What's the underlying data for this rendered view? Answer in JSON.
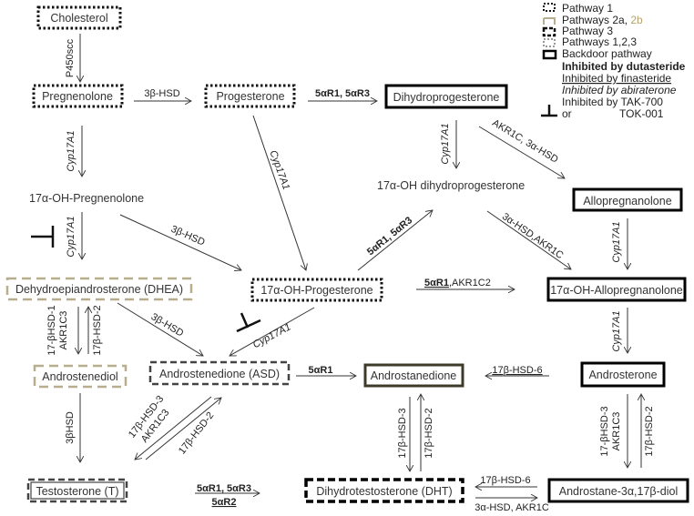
{
  "colors": {
    "pathway1": "#111111",
    "pathway2": "#b7ae8e",
    "pathway2b_text": "#b7a46a",
    "pathway3": "#444444",
    "pathway123": "#999999",
    "backdoor": "#000000",
    "androstanedione_border": "#3d3a2a",
    "text": "#333333"
  },
  "legend": {
    "items": [
      {
        "label": "Pathway 1",
        "style": "dotted"
      },
      {
        "label": "Pathways 2a, ",
        "label_b": "2b",
        "style": "pathway2"
      },
      {
        "label": "Pathway 3",
        "style": "pathway3"
      },
      {
        "label": "Pathways 1,2,3",
        "style": "pathway123"
      },
      {
        "label": "Backdoor pathway",
        "style": "solid"
      }
    ],
    "inhibitors": {
      "dutasteride": "Inhibited by dutasteride",
      "finasteride": "Inhibited by finasteride",
      "abiraterone": "Inhibited by abiraterone",
      "tak700": "Inhibited by TAK-700",
      "or": "or",
      "tok001": "TOK-001"
    }
  },
  "nodes": {
    "cholesterol": "Cholesterol",
    "pregnenolone": "Pregnenolone",
    "progesterone": "Progesterone",
    "dihydroprogesterone": "Dihydroprogesterone",
    "oh_pregnenolone": "17α-OH-Pregnenolone",
    "oh_dihydroprogesterone": "17α-OH dihydroprogesterone",
    "allopregnanolone": "Allopregnanolone",
    "dhea": "Dehydroepiandrosterone (DHEA)",
    "oh_progesterone": "17α-OH-Progesterone",
    "oh_allopregnanolone": "17α-OH-Allopregnanolone",
    "androstenediol": "Androstenediol",
    "asd": "Androstenedione (ASD)",
    "androstanedione": "Androstanedione",
    "androsterone": "Androsterone",
    "testosterone": "Testosterone (T)",
    "dht": "Dihydrotestosterone (DHT)",
    "androstanediol": "Androstane-3α,17β-diol"
  },
  "enzymes": {
    "p450scc": "P450scc",
    "hsd3b_preg_prog": "3β-HSD",
    "srd_prog_dhp": "5αR1, 5αR3",
    "cyp_preg": "Cyp17A1",
    "cyp_prog": "Cyp17A1",
    "cyp_dhp": "Cyp17A1",
    "akr_dhp_allo": "AKR1C, 3α-HSD",
    "cyp_ohpreg_dhea": "Cyp17A1",
    "hsd3b_ohpreg": "3β-HSD",
    "srd_ohprog": "5αR1, 5αR3",
    "hsd_akr_ohdhp": "3α-HSD,AKR1C",
    "cyp_allo": "Cyp17A1",
    "srd_ohprog_allo_bold": "5αR1",
    "srd_ohprog_allo_rest": ",AKR1C2",
    "hsd17b1_a": "17-βHSD-1",
    "hsd17b1_b": "AKR1C3",
    "hsd17b2_dhea": "17β-HSD-2",
    "hsd3b_dhea": "3β-HSD",
    "cyp_ohprog_asd": "Cyp17A1",
    "cyp_ohallo": "Cyp17A1",
    "srd_asd": "5αR1",
    "hsd17b6_andro": "17β-HSD-6",
    "hsd3b_diol": "3βHSD",
    "hsd17b3_a": "17β-HSD-3",
    "hsd17b3_b": "AKR1C3",
    "hsd17b2_asd": "17β-HSD-2",
    "hsd17b3_andione": "17β-HSD-3",
    "hsd17b2_andione": "17β-HSD-2",
    "hsd17b3_ster_a": "17-βHSD-3",
    "hsd17b3_ster_b": "AKR1C3",
    "hsd17b2_ster": "17β-HSD-2",
    "srd_t_dht_top": "5αR1, 5αR3",
    "srd_t_dht_bottom": "5αR2",
    "hsd17b6_dht": "17β-HSD-6",
    "hsd3a_dht": "3α-HSD, AKR1C"
  }
}
